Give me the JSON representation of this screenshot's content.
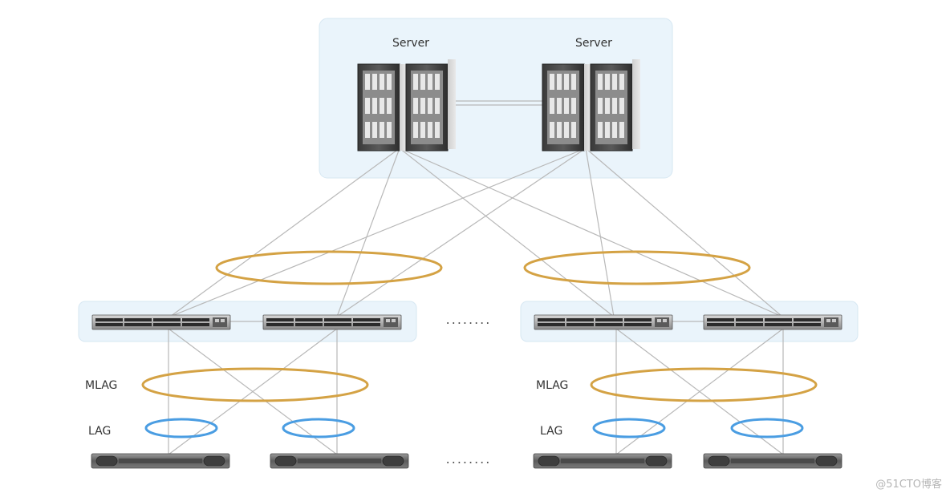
{
  "labels": {
    "server_left": "Server",
    "server_right": "Server",
    "mlag_left": "MLAG",
    "mlag_right": "MLAG",
    "lag_left": "LAG",
    "lag_right": "LAG",
    "ellipsis_switches": "........",
    "ellipsis_storage": "........",
    "watermark": "@51CTO博客"
  },
  "colors": {
    "group_fill": "#eaf4fb",
    "group_stroke": "#d6e7f2",
    "mlag_ring": "#d4a244",
    "lag_ring": "#4a9de2",
    "link": "#b8b8b8"
  },
  "icons": {
    "server": "rack-server-icon",
    "switch": "network-switch-icon",
    "storage": "storage-appliance-icon"
  }
}
